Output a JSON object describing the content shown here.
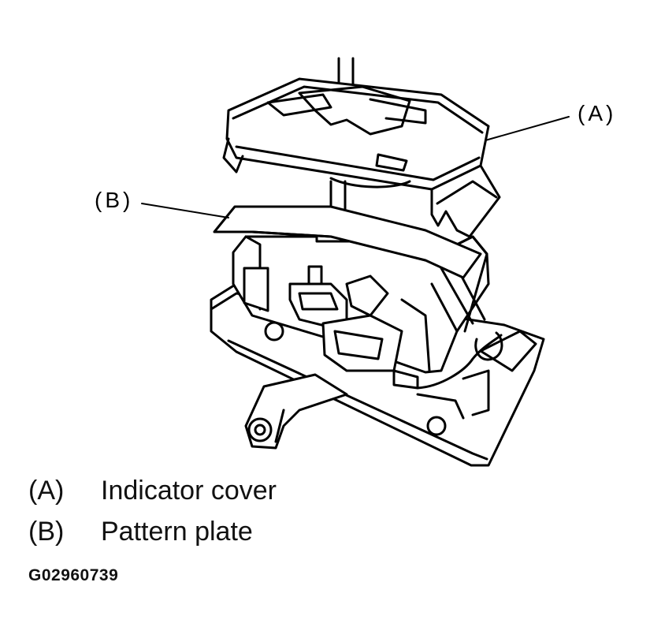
{
  "callouts": {
    "a": "(A)",
    "b": "(B)"
  },
  "legend": [
    {
      "key": "(A)",
      "label": "Indicator cover"
    },
    {
      "key": "(B)",
      "label": "Pattern plate"
    }
  ],
  "figure_code": "G02960739"
}
